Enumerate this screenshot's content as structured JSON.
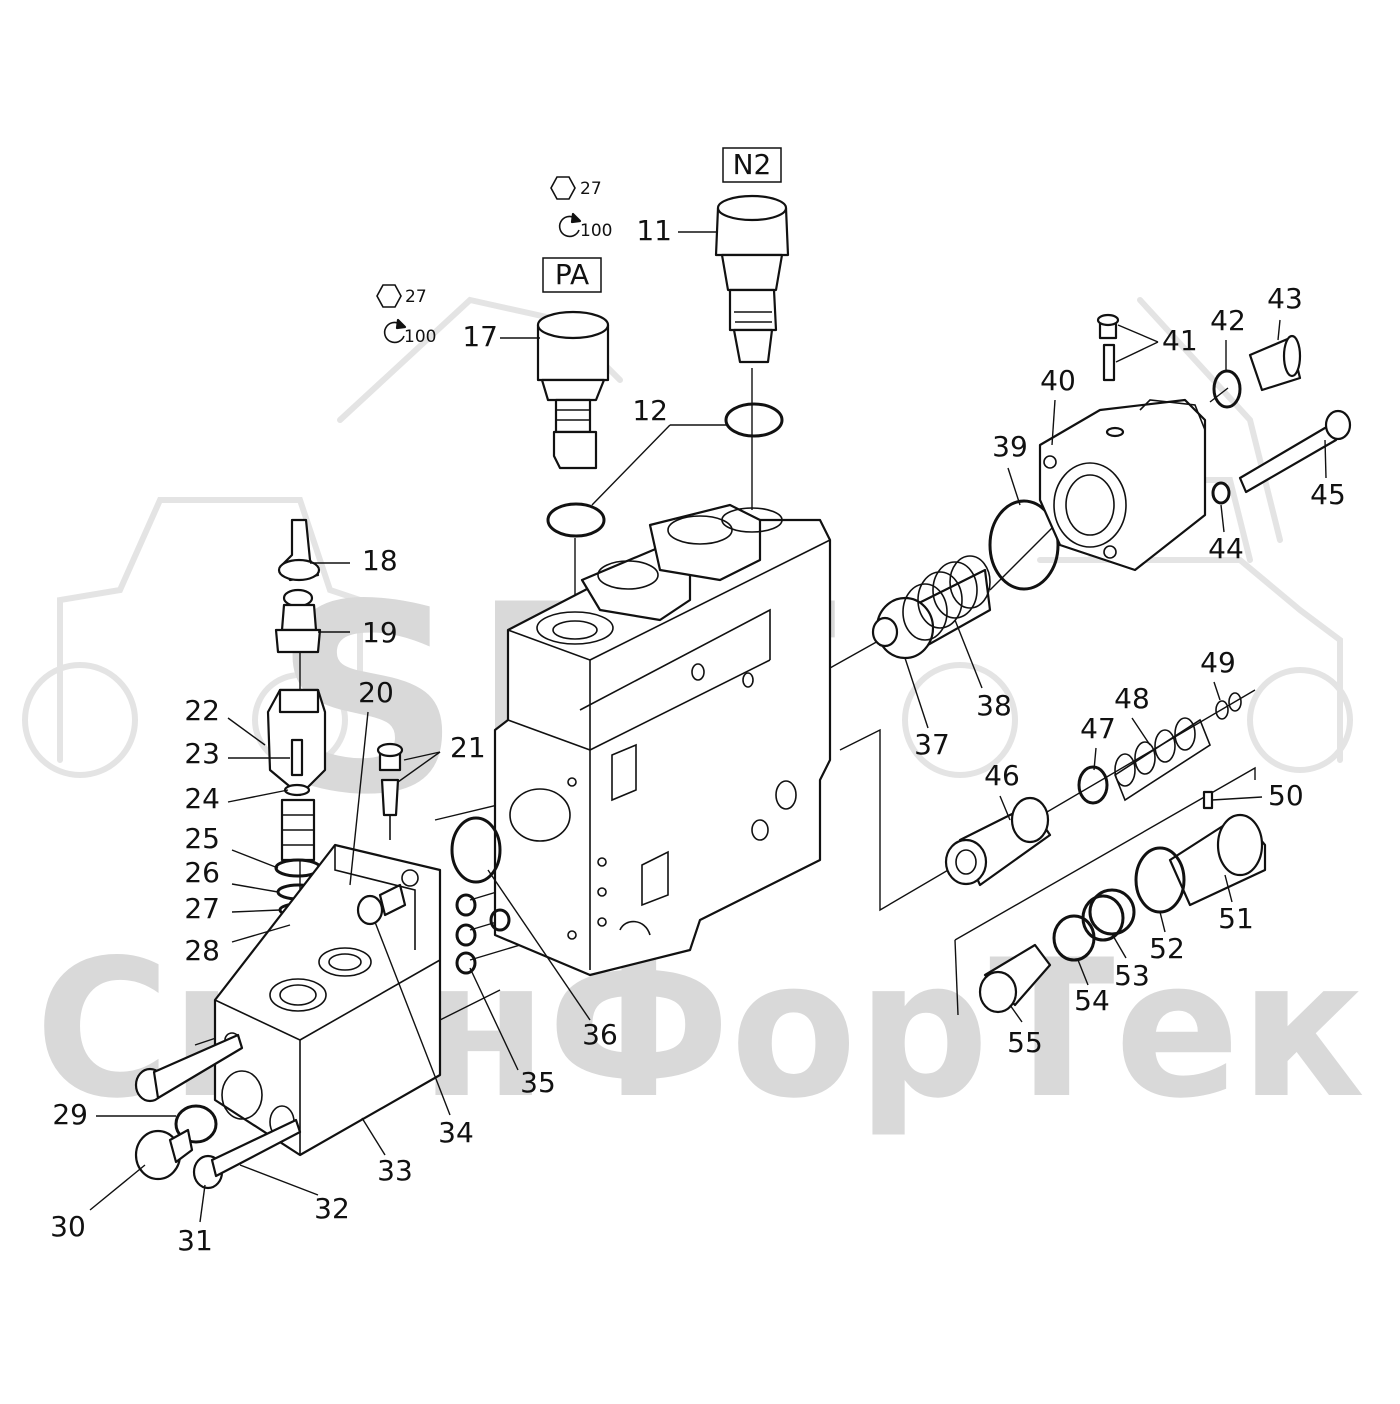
{
  "watermark": {
    "logo": "SFT",
    "company": "СканФорТек"
  },
  "boxes": {
    "pa": "PA",
    "n2": "N2"
  },
  "specs": [
    {
      "id": "pa",
      "hex": "27",
      "torque": "100"
    },
    {
      "id": "n2",
      "hex": "27",
      "torque": "100"
    }
  ],
  "callouts": [
    {
      "id": "11",
      "label": "11"
    },
    {
      "id": "12",
      "label": "12"
    },
    {
      "id": "17",
      "label": "17"
    },
    {
      "id": "18",
      "label": "18"
    },
    {
      "id": "19",
      "label": "19"
    },
    {
      "id": "20",
      "label": "20"
    },
    {
      "id": "21",
      "label": "21"
    },
    {
      "id": "22",
      "label": "22"
    },
    {
      "id": "23",
      "label": "23"
    },
    {
      "id": "24",
      "label": "24"
    },
    {
      "id": "25",
      "label": "25"
    },
    {
      "id": "26",
      "label": "26"
    },
    {
      "id": "27",
      "label": "27"
    },
    {
      "id": "28",
      "label": "28"
    },
    {
      "id": "29",
      "label": "29"
    },
    {
      "id": "30",
      "label": "30"
    },
    {
      "id": "31",
      "label": "31"
    },
    {
      "id": "32",
      "label": "32"
    },
    {
      "id": "33",
      "label": "33"
    },
    {
      "id": "34",
      "label": "34"
    },
    {
      "id": "35",
      "label": "35"
    },
    {
      "id": "36",
      "label": "36"
    },
    {
      "id": "37",
      "label": "37"
    },
    {
      "id": "38",
      "label": "38"
    },
    {
      "id": "39",
      "label": "39"
    },
    {
      "id": "40",
      "label": "40"
    },
    {
      "id": "41",
      "label": "41"
    },
    {
      "id": "42",
      "label": "42"
    },
    {
      "id": "43",
      "label": "43"
    },
    {
      "id": "44",
      "label": "44"
    },
    {
      "id": "45",
      "label": "45"
    },
    {
      "id": "46",
      "label": "46"
    },
    {
      "id": "47",
      "label": "47"
    },
    {
      "id": "48",
      "label": "48"
    },
    {
      "id": "49",
      "label": "49"
    },
    {
      "id": "50",
      "label": "50"
    },
    {
      "id": "51",
      "label": "51"
    },
    {
      "id": "52",
      "label": "52"
    },
    {
      "id": "53",
      "label": "53"
    },
    {
      "id": "54",
      "label": "54"
    },
    {
      "id": "55",
      "label": "55"
    }
  ]
}
